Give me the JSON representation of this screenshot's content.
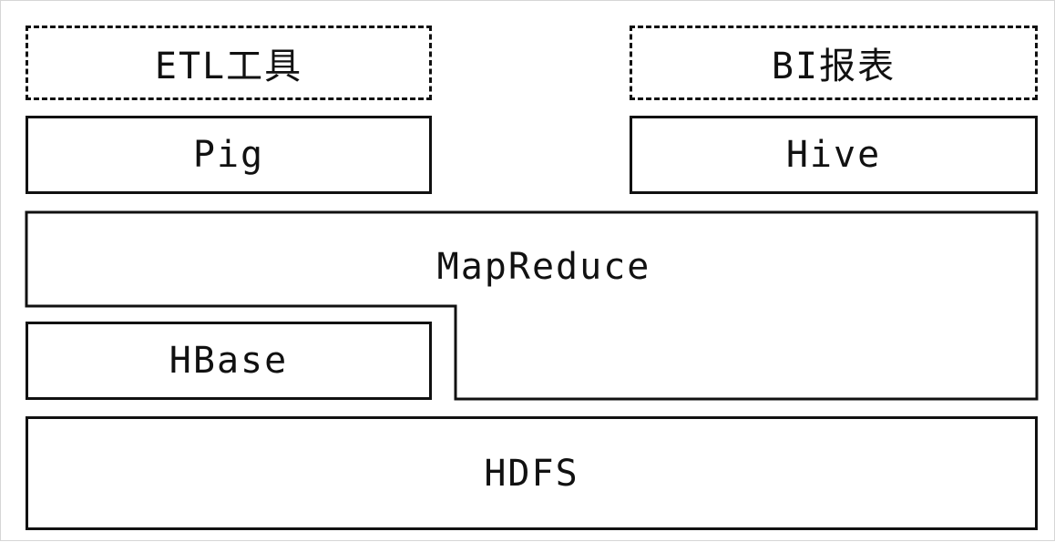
{
  "diagram": {
    "etl_tools": "ETL工具",
    "bi_reports": "BI报表",
    "pig": "Pig",
    "hive": "Hive",
    "mapreduce": "MapReduce",
    "hbase": "HBase",
    "hdfs": "HDFS"
  },
  "colors": {
    "stroke": "#111111",
    "background": "#ffffff"
  }
}
